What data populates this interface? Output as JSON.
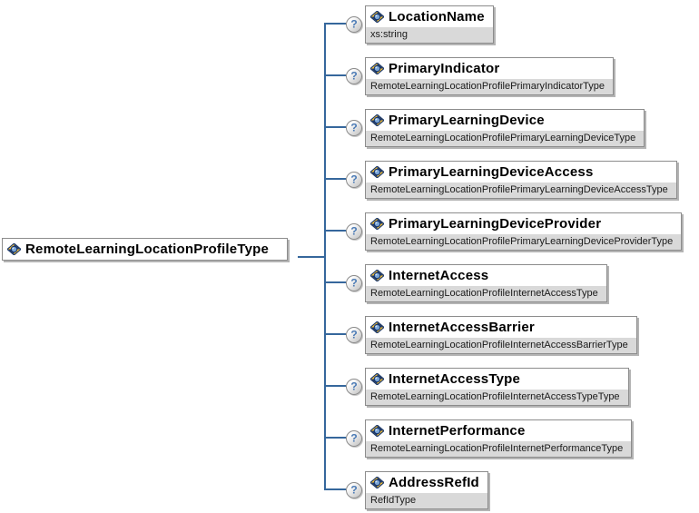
{
  "diagram": {
    "kind": "xml-schema-content-model",
    "occurrence_indicator": "?",
    "root": {
      "name": "RemoteLearningLocationProfileType"
    },
    "children": [
      {
        "name": "LocationName",
        "type": "xs:string"
      },
      {
        "name": "PrimaryIndicator",
        "type": "RemoteLearningLocationProfilePrimaryIndicatorType"
      },
      {
        "name": "PrimaryLearningDevice",
        "type": "RemoteLearningLocationProfilePrimaryLearningDeviceType"
      },
      {
        "name": "PrimaryLearningDeviceAccess",
        "type": "RemoteLearningLocationProfilePrimaryLearningDeviceAccessType"
      },
      {
        "name": "PrimaryLearningDeviceProvider",
        "type": "RemoteLearningLocationProfilePrimaryLearningDeviceProviderType"
      },
      {
        "name": "InternetAccess",
        "type": "RemoteLearningLocationProfileInternetAccessType"
      },
      {
        "name": "InternetAccessBarrier",
        "type": "RemoteLearningLocationProfileInternetAccessBarrierType"
      },
      {
        "name": "InternetAccessType",
        "type": "RemoteLearningLocationProfileInternetAccessTypeType"
      },
      {
        "name": "InternetPerformance",
        "type": "RemoteLearningLocationProfileInternetPerformanceType"
      },
      {
        "name": "AddressRefId",
        "type": "RefIdType"
      }
    ],
    "colors": {
      "connector_blue": "#36679c",
      "box_border_gray": "#8c8c8c",
      "type_strip_gray": "#d9d9d9",
      "shadow_gray": "#b4b4b4",
      "icon_yellow": "#fdc330",
      "icon_navy": "#16356c",
      "icon_light_blue": "#7aa5d6",
      "question_mark_blue": "#4a7ab5"
    }
  }
}
